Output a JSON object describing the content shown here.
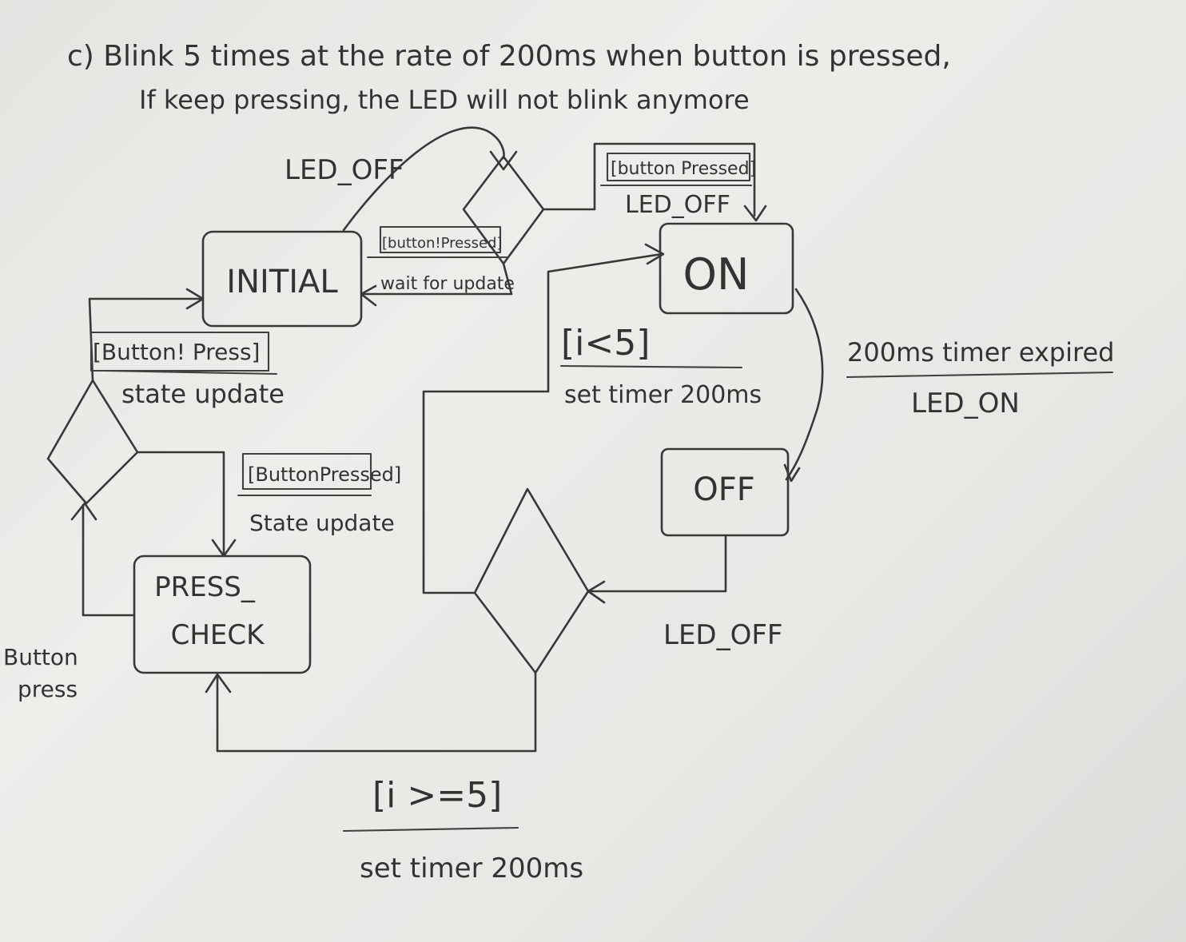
{
  "task": {
    "line1": "c) Blink 5 times at the rate of 200ms when button is pressed,",
    "line2": "If keep pressing, the LED will not blink anymore"
  },
  "states": {
    "initial": "INITIAL",
    "on": "ON",
    "off": "OFF",
    "press_check_line1": "PRESS_",
    "press_check_line2": "CHECK"
  },
  "transitions": {
    "top_loop_action": "LED_OFF",
    "initial_guard": "[button!Pressed]",
    "initial_action": "wait for update",
    "on_guard": "[button Pressed]",
    "on_action": "LED_OFF",
    "on_to_off_event": "200ms timer expired",
    "on_to_off_action": "LED_ON",
    "off_exit_action": "LED_OFF",
    "loop_guard": "[i<5]",
    "loop_action": "set timer 200ms",
    "exit_guard": "[i >=5]",
    "exit_action": "set timer 200ms",
    "left_guard": "[Button! Press]",
    "left_action": "state update",
    "mid_guard": "[ButtonPressed]",
    "mid_action": "State update",
    "start_label_line1": "Button",
    "start_label_line2": "press"
  }
}
